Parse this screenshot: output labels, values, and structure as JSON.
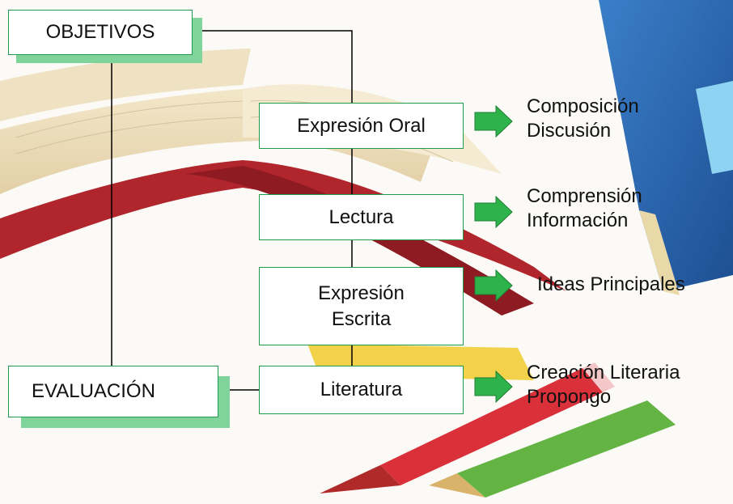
{
  "diagram": {
    "root": "OBJETIVOS",
    "eval": "EVALUACIÓN",
    "areas": [
      {
        "label": "Expresión Oral",
        "outputs": [
          "Composición",
          "Discusión"
        ]
      },
      {
        "label": "Lectura",
        "outputs": [
          "Comprensión",
          "Información"
        ]
      },
      {
        "label_lines": [
          "Expresión",
          "Escrita"
        ],
        "outputs": [
          "Ideas Principales"
        ]
      },
      {
        "label": "Literatura",
        "outputs": [
          "Creación Literaria",
          "Propongo"
        ]
      }
    ]
  },
  "colors": {
    "box_border": "#1f9a4a",
    "box_shadow": "#7fd39b",
    "arrow_fill": "#2db34a",
    "line": "#000000"
  },
  "background": {
    "description_icons": [
      "open-book-illustration",
      "blue-book-illustration",
      "red-pencil-illustration",
      "green-pencil-illustration",
      "yellow-pencil-illustration"
    ]
  }
}
